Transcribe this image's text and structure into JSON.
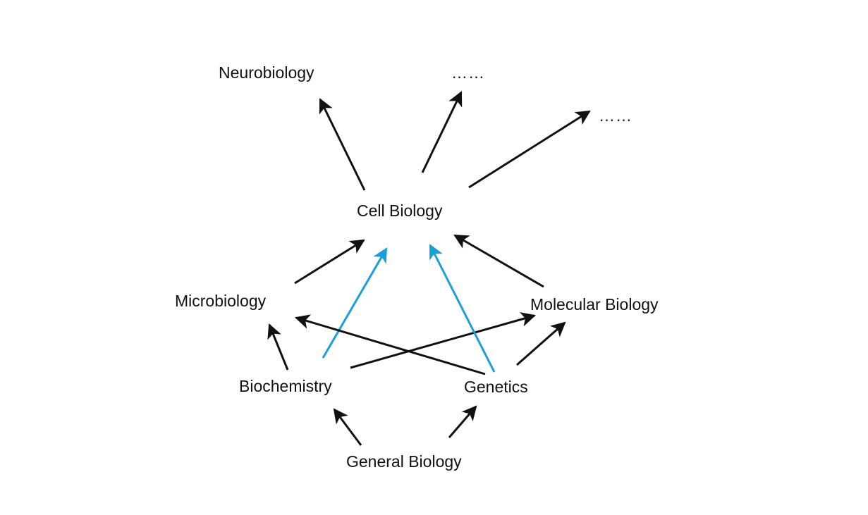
{
  "diagram": {
    "nodes": {
      "neurobiology": "Neurobiology",
      "more_1": "……",
      "more_2": "……",
      "cell_biology": "Cell Biology",
      "microbiology": "Microbiology",
      "molecular_biology": "Molecular Biology",
      "biochemistry": "Biochemistry",
      "genetics": "Genetics",
      "general_biology": "General Biology"
    },
    "edges": [
      {
        "from": "general_biology",
        "to": "biochemistry",
        "color": "black"
      },
      {
        "from": "general_biology",
        "to": "genetics",
        "color": "black"
      },
      {
        "from": "biochemistry",
        "to": "microbiology",
        "color": "black"
      },
      {
        "from": "biochemistry",
        "to": "molecular_biology",
        "color": "black"
      },
      {
        "from": "biochemistry",
        "to": "cell_biology",
        "color": "blue"
      },
      {
        "from": "genetics",
        "to": "microbiology",
        "color": "black"
      },
      {
        "from": "genetics",
        "to": "molecular_biology",
        "color": "black"
      },
      {
        "from": "genetics",
        "to": "cell_biology",
        "color": "blue"
      },
      {
        "from": "microbiology",
        "to": "cell_biology",
        "color": "black"
      },
      {
        "from": "molecular_biology",
        "to": "cell_biology",
        "color": "black"
      },
      {
        "from": "cell_biology",
        "to": "neurobiology",
        "color": "black"
      },
      {
        "from": "cell_biology",
        "to": "more_1",
        "color": "black"
      },
      {
        "from": "cell_biology",
        "to": "more_2",
        "color": "black"
      }
    ],
    "colors": {
      "black_edge": "#111111",
      "blue_edge": "#1a9fdb",
      "text": "#111111",
      "background": "#ffffff"
    }
  }
}
